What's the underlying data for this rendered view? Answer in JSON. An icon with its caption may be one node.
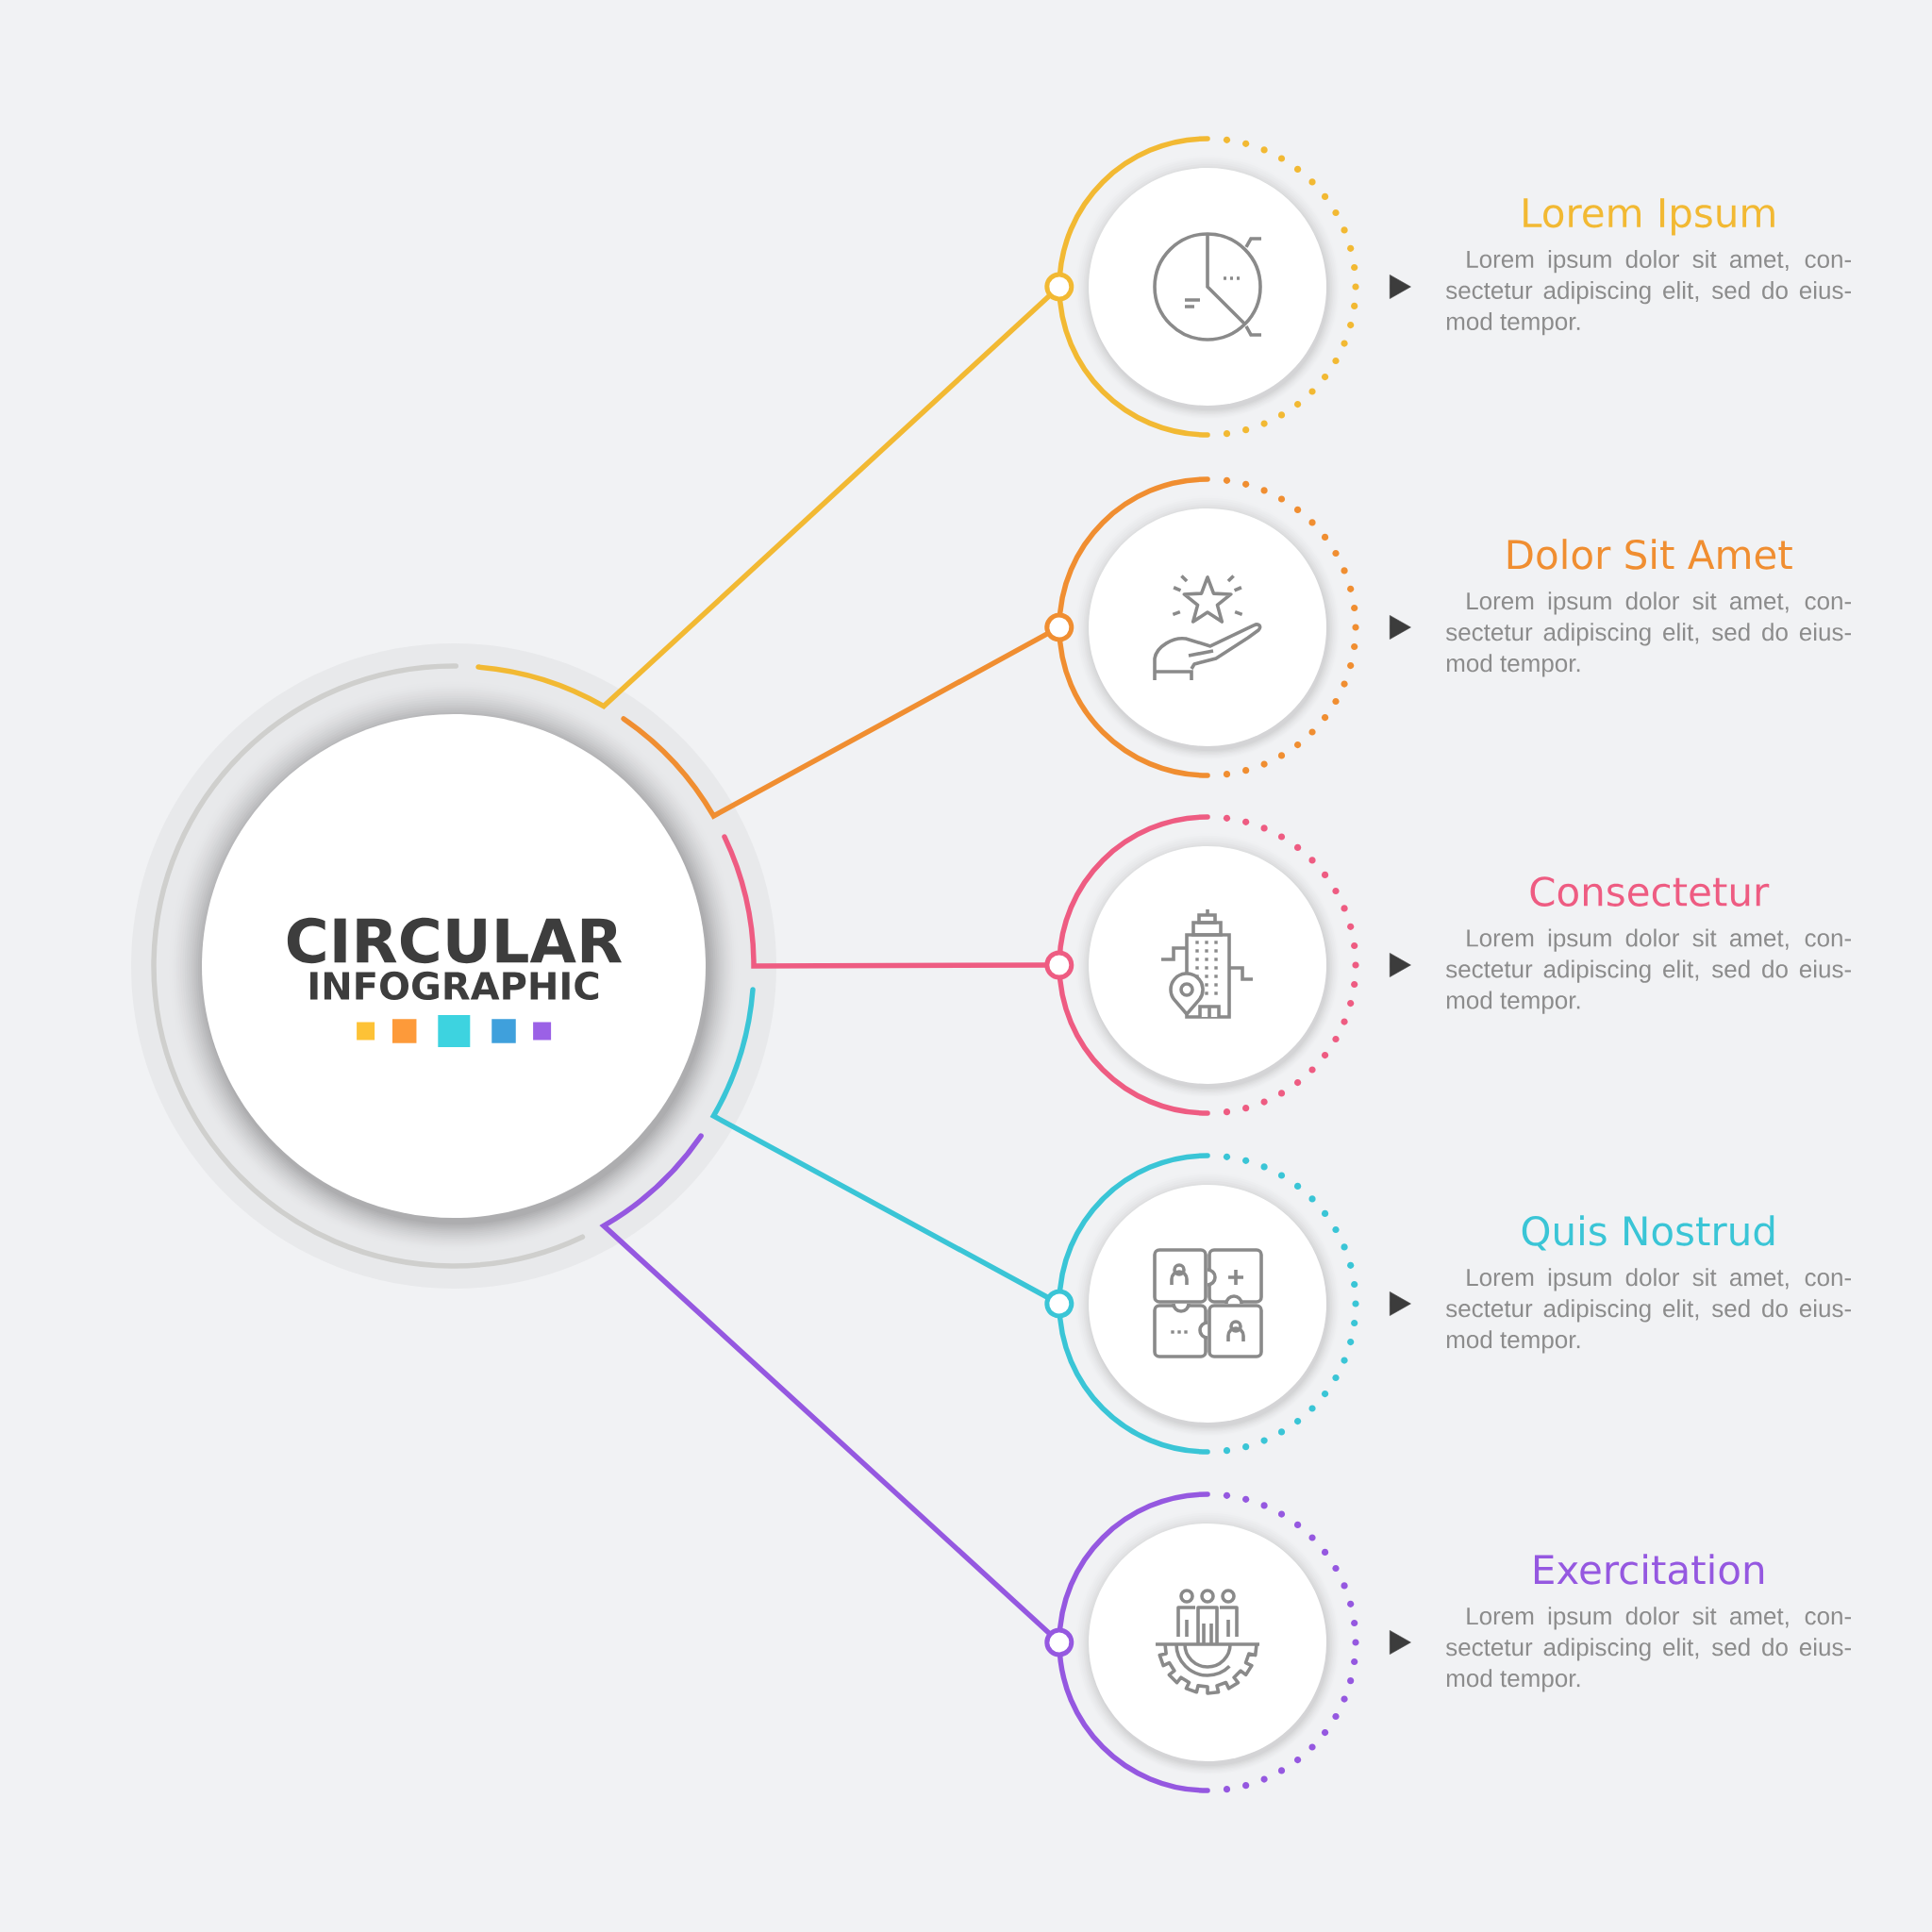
{
  "diagram": {
    "nodes": [
      {
        "text": [
          "CIRCULAR",
          "INFOGRAPHIC"
        ]
      },
      {
        "text": [],
        "shape": "circle"
      },
      {
        "text": [
          "Lorem Ipsum",
          "Lorem ipsum dolor sit amet, con- sectetur adipiscing elit, sed do eius- mod tempor."
        ]
      },
      {
        "text": [],
        "shape": "circle"
      },
      {
        "text": [
          "Dolor Sit Amet",
          "Lorem ipsum dolor sit amet, con- sectetur adipiscing elit, sed do eius- mod tempor."
        ]
      },
      {
        "text": [],
        "shape": "circle"
      },
      {
        "text": [
          "Consectetur",
          "Lorem ipsum dolor sit amet, con- sectetur adipiscing elit, sed do eius- mod tempor."
        ]
      },
      {
        "text": [],
        "shape": "circle"
      },
      {
        "text": [
          "Quis Nostrud",
          "Lorem ipsum dolor sit amet, con- sectetur adipiscing elit, sed do eius- mod tempor."
        ]
      },
      {
        "text": [],
        "shape": "circle"
      },
      {
        "text": [
          "Exercitation",
          "Lorem ipsum dolor sit amet, con- sectetur adipiscing elit, sed do eius- mod tempor."
        ]
      }
    ],
    "edges": [
      {
        "from": 0,
        "to": 1,
        "arrow": "other",
        "color": "#f2b933"
      },
      {
        "from": null,
        "to": 2,
        "arrow": "to"
      },
      {
        "from": 0,
        "to": 3,
        "arrow": "other",
        "color": "#f08e31"
      },
      {
        "from": null,
        "to": 4,
        "arrow": "to"
      },
      {
        "from": 0,
        "to": 5,
        "arrow": "other",
        "color": "#ee5c82"
      },
      {
        "from": null,
        "to": 6,
        "arrow": "to"
      },
      {
        "from": 0,
        "to": 7,
        "arrow": "other",
        "color": "#3ac5d6"
      },
      {
        "from": null,
        "to": 8,
        "arrow": "to"
      },
      {
        "from": 0,
        "to": 9,
        "arrow": "other",
        "color": "#9558e0"
      },
      {
        "from": null,
        "to": 10,
        "arrow": "to"
      }
    ]
  }
}
